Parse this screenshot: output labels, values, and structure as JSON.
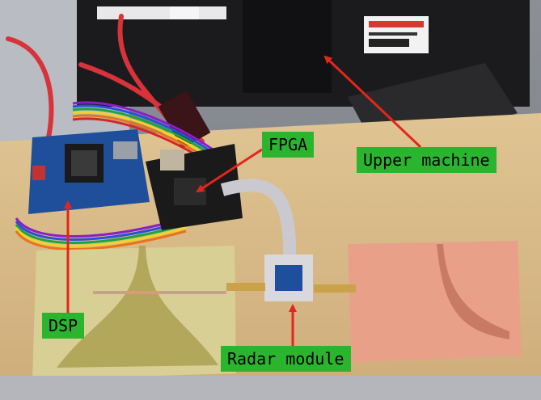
{
  "labels": {
    "fpga": "FPGA",
    "upper_machine": "Upper machine",
    "dsp": "DSP",
    "radar_module": "Radar module"
  },
  "colors": {
    "callout_bg": "#2bb52f",
    "arrow": "#e3261b",
    "table": "#d9b887",
    "board_blue": "#1f4f9a",
    "monitor": "#1c1c1e",
    "antenna_left": "#d8cf95",
    "antenna_right": "#e9a088"
  }
}
